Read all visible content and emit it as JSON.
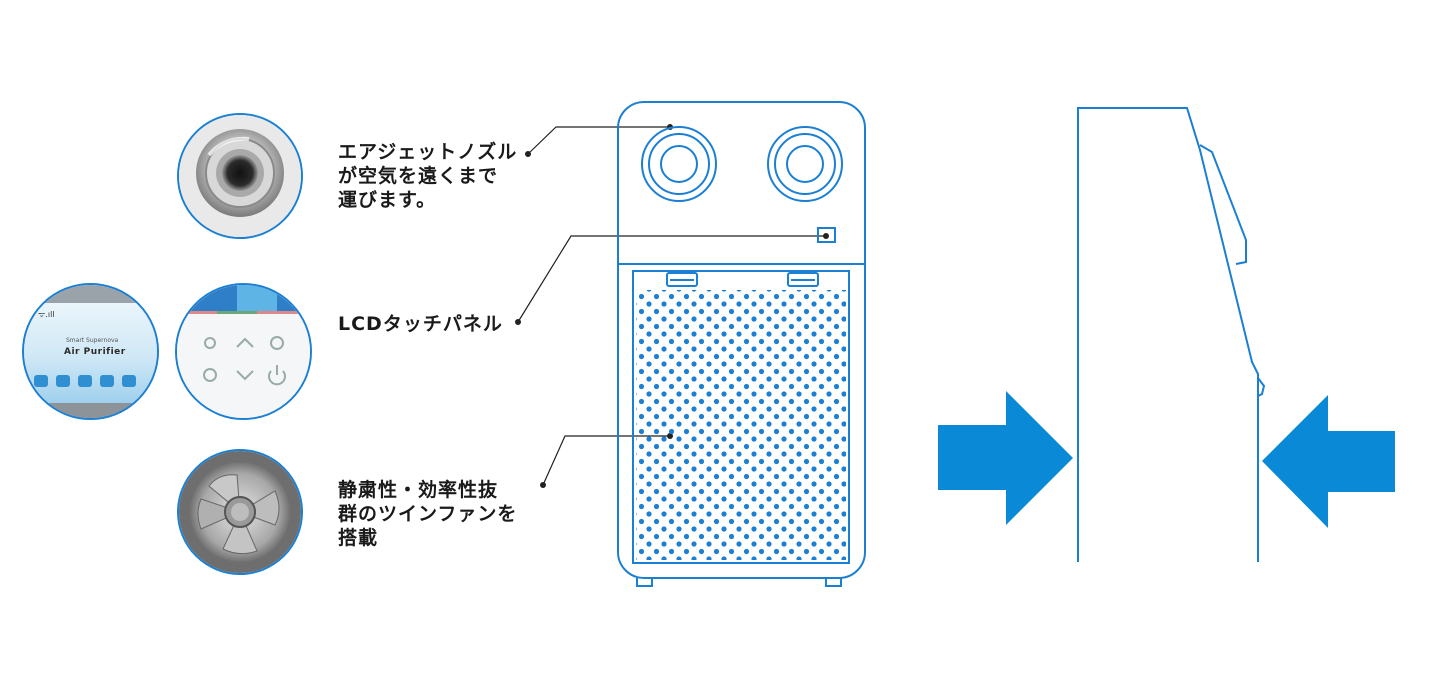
{
  "features": {
    "nozzle": "エアジェットノズル\nが空気を遠くまで\n運びます。",
    "lcd": "LCDタッチパネル",
    "fan": "静粛性・効率性抜\n群のツインファンを\n搭載"
  },
  "lcd_screen": {
    "status_signal": "ᯤ.ıll",
    "subtitle": "Smart Supernova",
    "title": "Air Purifier"
  },
  "colors": {
    "outline": "#1b7fd4",
    "dots": "#1b7fd4",
    "arrow": "#0a8ad6",
    "text": "#1a1a1a"
  },
  "icons": [
    "air-jet-nozzle-photo",
    "lcd-screen-photo",
    "control-panel-photo",
    "fan-photo",
    "airflow-arrow-left",
    "airflow-arrow-right"
  ]
}
